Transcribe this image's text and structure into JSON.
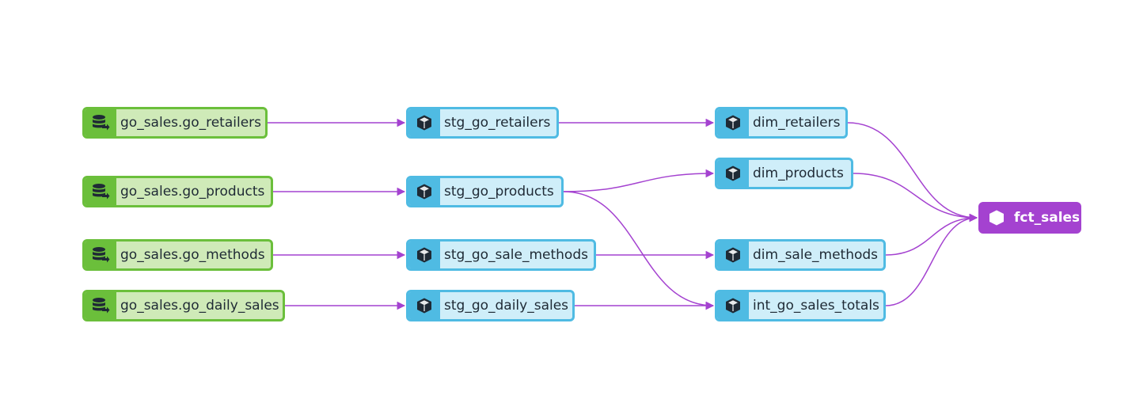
{
  "colors": {
    "source": "#6bbf3b",
    "source_fill": "#cfeab8",
    "model": "#4fbbe3",
    "model_fill": "#cfeef9",
    "selected": "#a442d0",
    "edge": "#a442d0"
  },
  "nodes": {
    "src_retailers": {
      "label": "go_sales.go_retailers",
      "type": "source",
      "icon": "database-icon"
    },
    "src_products": {
      "label": "go_sales.go_products",
      "type": "source",
      "icon": "database-icon"
    },
    "src_methods": {
      "label": "go_sales.go_methods",
      "type": "source",
      "icon": "database-icon"
    },
    "src_daily_sales": {
      "label": "go_sales.go_daily_sales",
      "type": "source",
      "icon": "database-icon"
    },
    "stg_retailers": {
      "label": "stg_go_retailers",
      "type": "model",
      "icon": "cube-icon"
    },
    "stg_products": {
      "label": "stg_go_products",
      "type": "model",
      "icon": "cube-icon"
    },
    "stg_sale_methods": {
      "label": "stg_go_sale_methods",
      "type": "model",
      "icon": "cube-icon"
    },
    "stg_daily_sales": {
      "label": "stg_go_daily_sales",
      "type": "model",
      "icon": "cube-icon"
    },
    "dim_retailers": {
      "label": "dim_retailers",
      "type": "model",
      "icon": "cube-icon"
    },
    "dim_products": {
      "label": "dim_products",
      "type": "model",
      "icon": "cube-icon"
    },
    "dim_sale_methods": {
      "label": "dim_sale_methods",
      "type": "model",
      "icon": "cube-icon"
    },
    "int_sales_totals": {
      "label": "int_go_sales_totals",
      "type": "model",
      "icon": "cube-icon"
    },
    "fct_sales": {
      "label": "fct_sales",
      "type": "selected",
      "icon": "cube-icon"
    }
  },
  "edges": [
    [
      "src_retailers",
      "stg_retailers"
    ],
    [
      "src_products",
      "stg_products"
    ],
    [
      "src_methods",
      "stg_sale_methods"
    ],
    [
      "src_daily_sales",
      "stg_daily_sales"
    ],
    [
      "stg_retailers",
      "dim_retailers"
    ],
    [
      "stg_products",
      "dim_products"
    ],
    [
      "stg_products",
      "int_sales_totals"
    ],
    [
      "stg_sale_methods",
      "dim_sale_methods"
    ],
    [
      "stg_daily_sales",
      "int_sales_totals"
    ],
    [
      "dim_retailers",
      "fct_sales"
    ],
    [
      "dim_products",
      "fct_sales"
    ],
    [
      "dim_sale_methods",
      "fct_sales"
    ],
    [
      "int_sales_totals",
      "fct_sales"
    ]
  ]
}
